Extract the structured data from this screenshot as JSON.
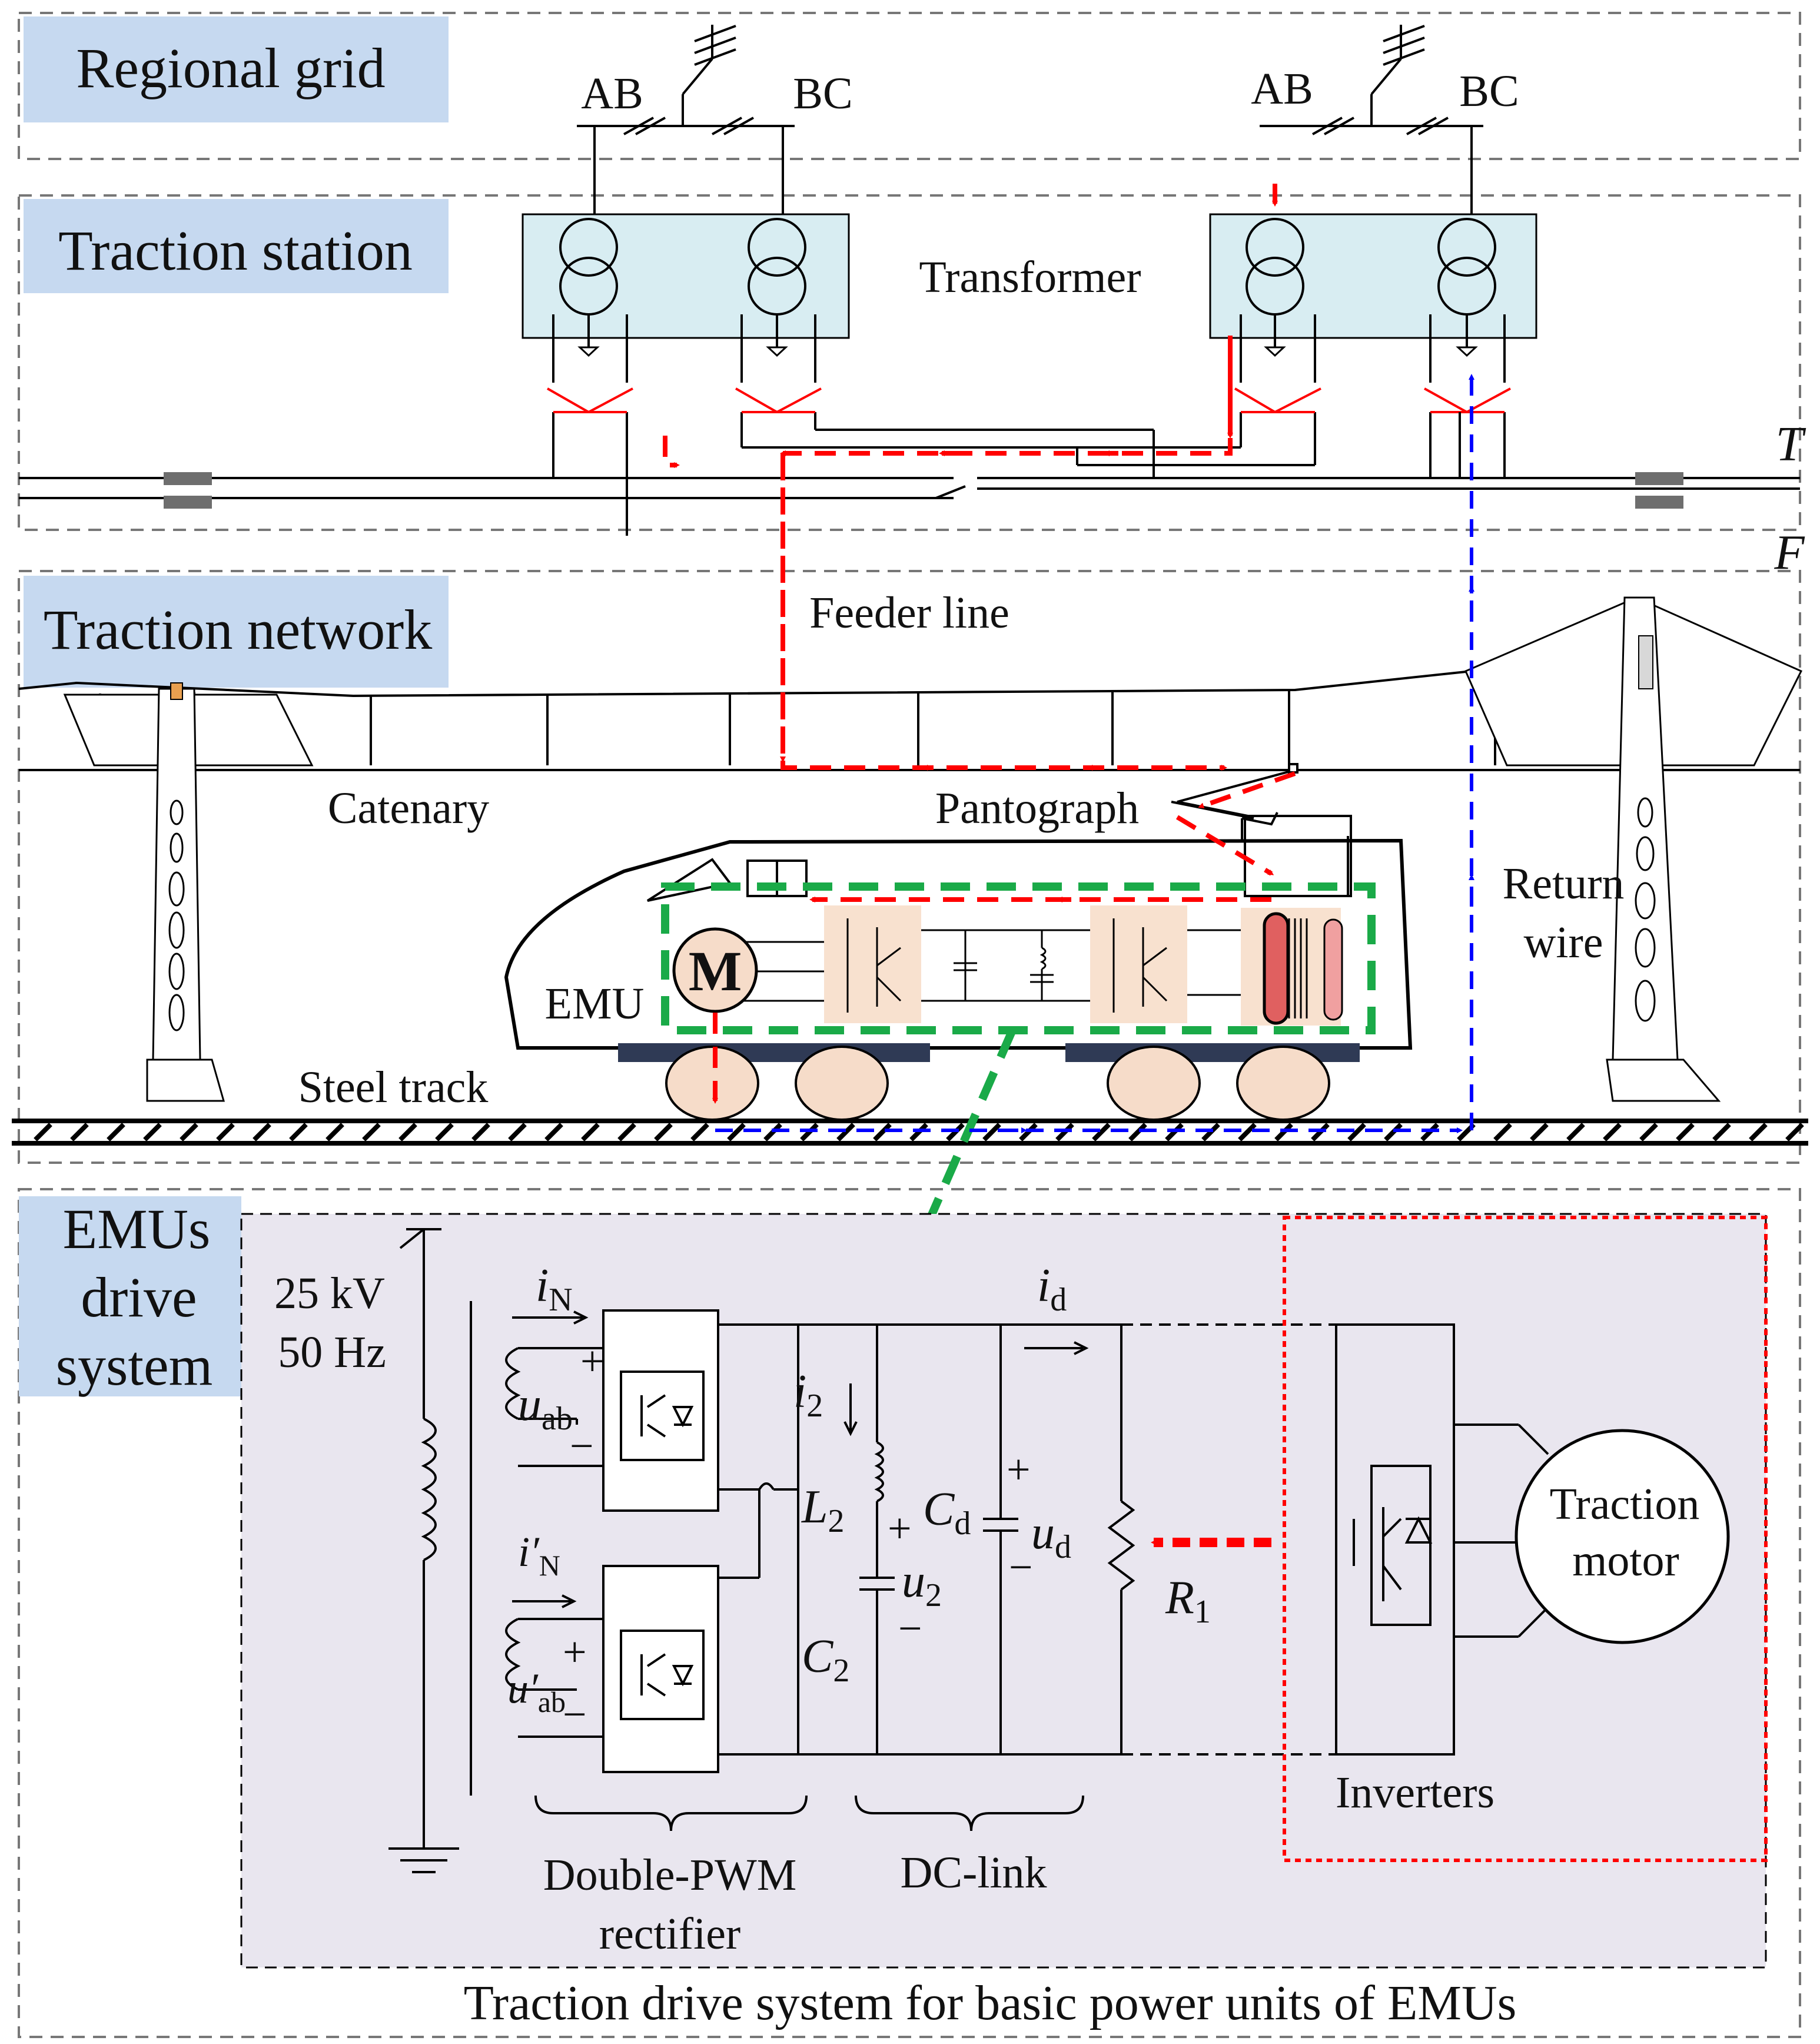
{
  "title": "Traction drive system for basic power units of EMUs",
  "sections": {
    "regional_grid": "Regional grid",
    "traction_station": "Traction station",
    "traction_network": "Traction network",
    "emus_drive_system": [
      "EMUs",
      "drive",
      "system"
    ]
  },
  "grid_phases": {
    "left_ab": "AB",
    "left_bc": "BC",
    "right_ab": "AB",
    "right_bc": "BC"
  },
  "station": {
    "transformer": "Transformer",
    "bus_t": "T",
    "bus_f": "F"
  },
  "network": {
    "feeder_line": "Feeder line",
    "catenary": "Catenary",
    "pantograph": "Pantograph",
    "return_wire": [
      "Return",
      "wire"
    ],
    "emu": "EMU",
    "steel_track": "Steel track",
    "motor_symbol": "M"
  },
  "drive": {
    "supply": [
      "25 kV",
      "50 Hz"
    ],
    "i_n": "i",
    "i_n_sub": "N",
    "u_ab": "u",
    "u_ab_sub": "ab",
    "i_n_prime": "i′",
    "u_ab_prime": "u′",
    "i2": "i",
    "i2_sub": "2",
    "l2": "L",
    "l2_sub": "2",
    "u2": "u",
    "u2_sub": "2",
    "c2": "C",
    "c2_sub": "2",
    "cd": "C",
    "cd_sub": "d",
    "id": "i",
    "id_sub": "d",
    "ud": "u",
    "ud_sub": "d",
    "r1": "R",
    "r1_sub": "1",
    "plus": "+",
    "minus": "−",
    "rectifier": [
      "Double-PWM",
      "rectifier"
    ],
    "dc_link": "DC-link",
    "inverters": "Inverters",
    "traction_motor": [
      "Traction",
      "motor"
    ]
  },
  "colors": {
    "label_bg": "#c6d9f0",
    "transformer_bg": "#d8edf2",
    "drive_bg": "#e9e6ef",
    "converter_bg": "#f8e1cf",
    "power_flow": "#ff0000",
    "return_flow": "#0000ff",
    "highlight": "#1aaa48"
  }
}
